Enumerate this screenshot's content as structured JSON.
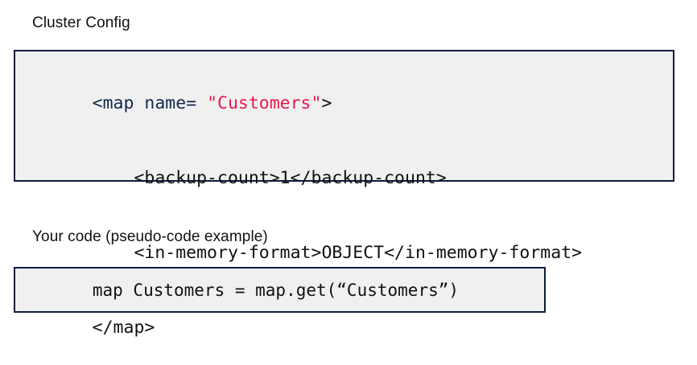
{
  "sections": [
    {
      "heading": "Cluster Config",
      "code_lines": [
        {
          "tokens": [
            {
              "text": "<map name= ",
              "kind": "tag"
            },
            {
              "text": "\"Customers\"",
              "kind": "string"
            },
            {
              "text": ">",
              "kind": "plain"
            }
          ]
        },
        {
          "tokens": [
            {
              "text": "    <backup-count>1</backup-count>",
              "kind": "plain"
            }
          ]
        },
        {
          "tokens": [
            {
              "text": "    <in-memory-format>OBJECT</in-memory-format>",
              "kind": "plain"
            }
          ]
        },
        {
          "tokens": [
            {
              "text": "</map>",
              "kind": "plain"
            }
          ]
        }
      ]
    },
    {
      "heading": "Your code (pseudo-code example)",
      "code_lines": [
        {
          "tokens": [
            {
              "text": "map Customers = map.get(“Customers”)",
              "kind": "plain"
            }
          ]
        }
      ]
    }
  ],
  "colors": {
    "page_background": "#ffffff",
    "code_background": "#f0f0f0",
    "code_border": "#0d1b3e",
    "tag": "#13284d",
    "string": "#e8174d",
    "plain_text": "#111111",
    "heading_text": "#111111"
  }
}
